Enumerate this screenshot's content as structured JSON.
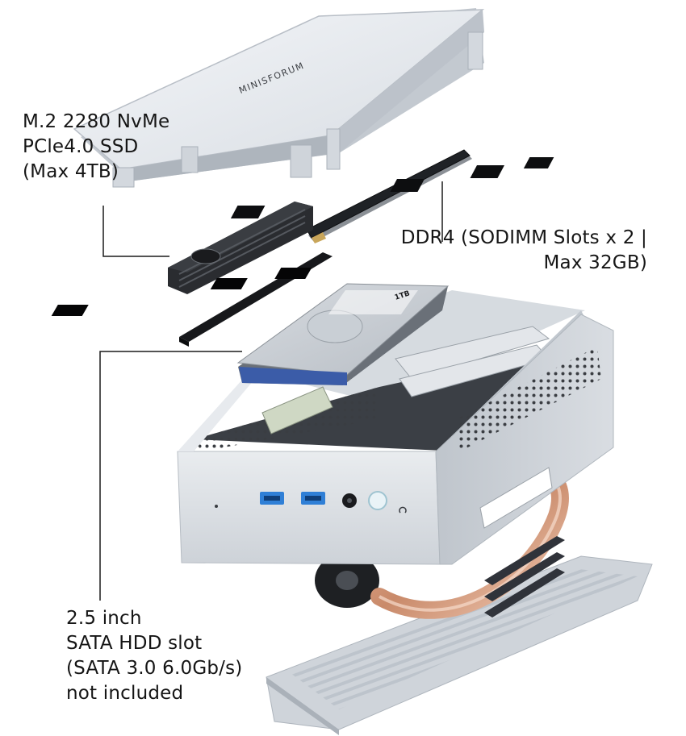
{
  "brand": {
    "lid_logo": "MINISFORUM"
  },
  "hdd_sticker": "1TB",
  "callouts": {
    "ssd": {
      "lines": [
        "M.2 2280 NvMe",
        "PCle4.0 SSD",
        "(Max 4TB)"
      ]
    },
    "ram": {
      "lines": [
        "DDR4 (SODIMM Slots x 2 |",
        "Max 32GB)"
      ]
    },
    "hdd": {
      "lines": [
        "2.5 inch",
        "SATA HDD slot",
        "(SATA 3.0 6.0Gb/s)",
        "not included"
      ]
    }
  },
  "colors": {
    "chassis": "#c9cfd6",
    "usb_port": "#2f7fd6",
    "copper": "#c98a6a",
    "dark_component": "#2a2c30",
    "leader_line": "#1a1a1a"
  }
}
